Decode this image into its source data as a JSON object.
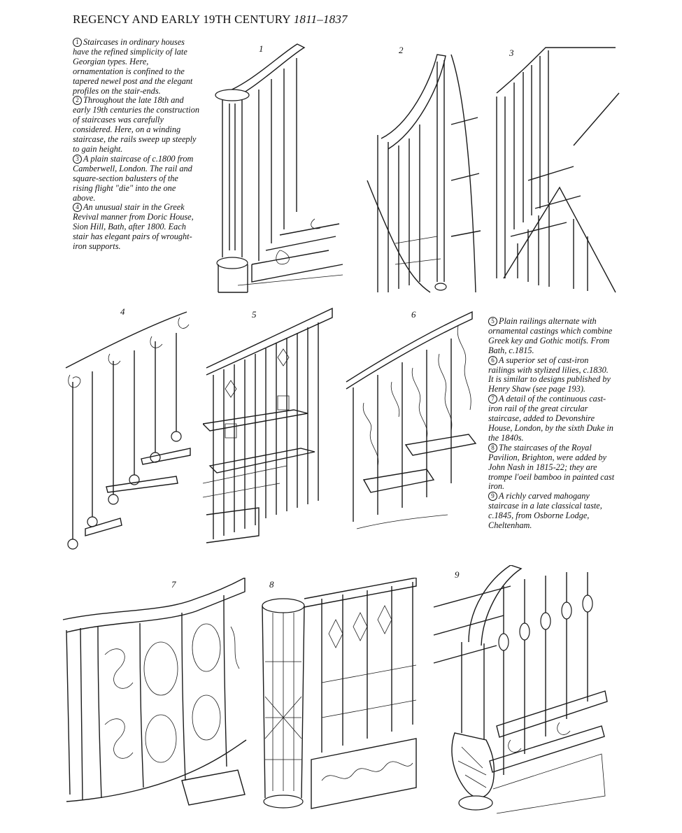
{
  "page": {
    "title_main": "REGENCY AND EARLY 19TH CENTURY",
    "title_years": "1811–1837"
  },
  "captions_left": [
    {
      "num": "1",
      "text": "Staircases in ordinary houses have the refined simplicity of late Georgian types. Here, ornamentation is confined to the tapered newel post and the elegant profiles on the stair-ends."
    },
    {
      "num": "2",
      "text": "Throughout the late 18th and early 19th centuries the construction of staircases was carefully considered. Here, on a winding staircase, the rails sweep up steeply to gain height."
    },
    {
      "num": "3",
      "text": "A plain staircase of c.1800 from Camberwell, London. The rail and square-section balusters of the rising flight \"die\" into the one above."
    },
    {
      "num": "4",
      "text": "An unusual stair in the Greek Revival manner from Doric House, Sion Hill, Bath, after 1800. Each stair has elegant pairs of wrought-iron supports."
    }
  ],
  "captions_right": [
    {
      "num": "5",
      "text": "Plain railings alternate with ornamental castings which combine Greek key and Gothic motifs. From Bath, c.1815."
    },
    {
      "num": "6",
      "text": "A superior set of cast-iron railings with stylized lilies, c.1830. It is similar to designs published by Henry Shaw (see page 193)."
    },
    {
      "num": "7",
      "text": "A detail of the continuous cast-iron rail of the great circular staircase, added to Devonshire House, London, by the sixth Duke in the 1840s."
    },
    {
      "num": "8",
      "text": "The staircases of the Royal Pavilion, Brighton, were added by John Nash in 1815-22; they are trompe l'oeil bamboo in painted cast iron."
    },
    {
      "num": "9",
      "text": "A richly carved mahogany staircase in a late classical taste, c.1845, from Osborne Lodge, Cheltenham."
    }
  ],
  "figures": [
    {
      "label": "1"
    },
    {
      "label": "2"
    },
    {
      "label": "3"
    },
    {
      "label": "4"
    },
    {
      "label": "5"
    },
    {
      "label": "6"
    },
    {
      "label": "7"
    },
    {
      "label": "8"
    },
    {
      "label": "9"
    }
  ],
  "colors": {
    "ink": "#1a1a1a",
    "paper": "#ffffff"
  }
}
